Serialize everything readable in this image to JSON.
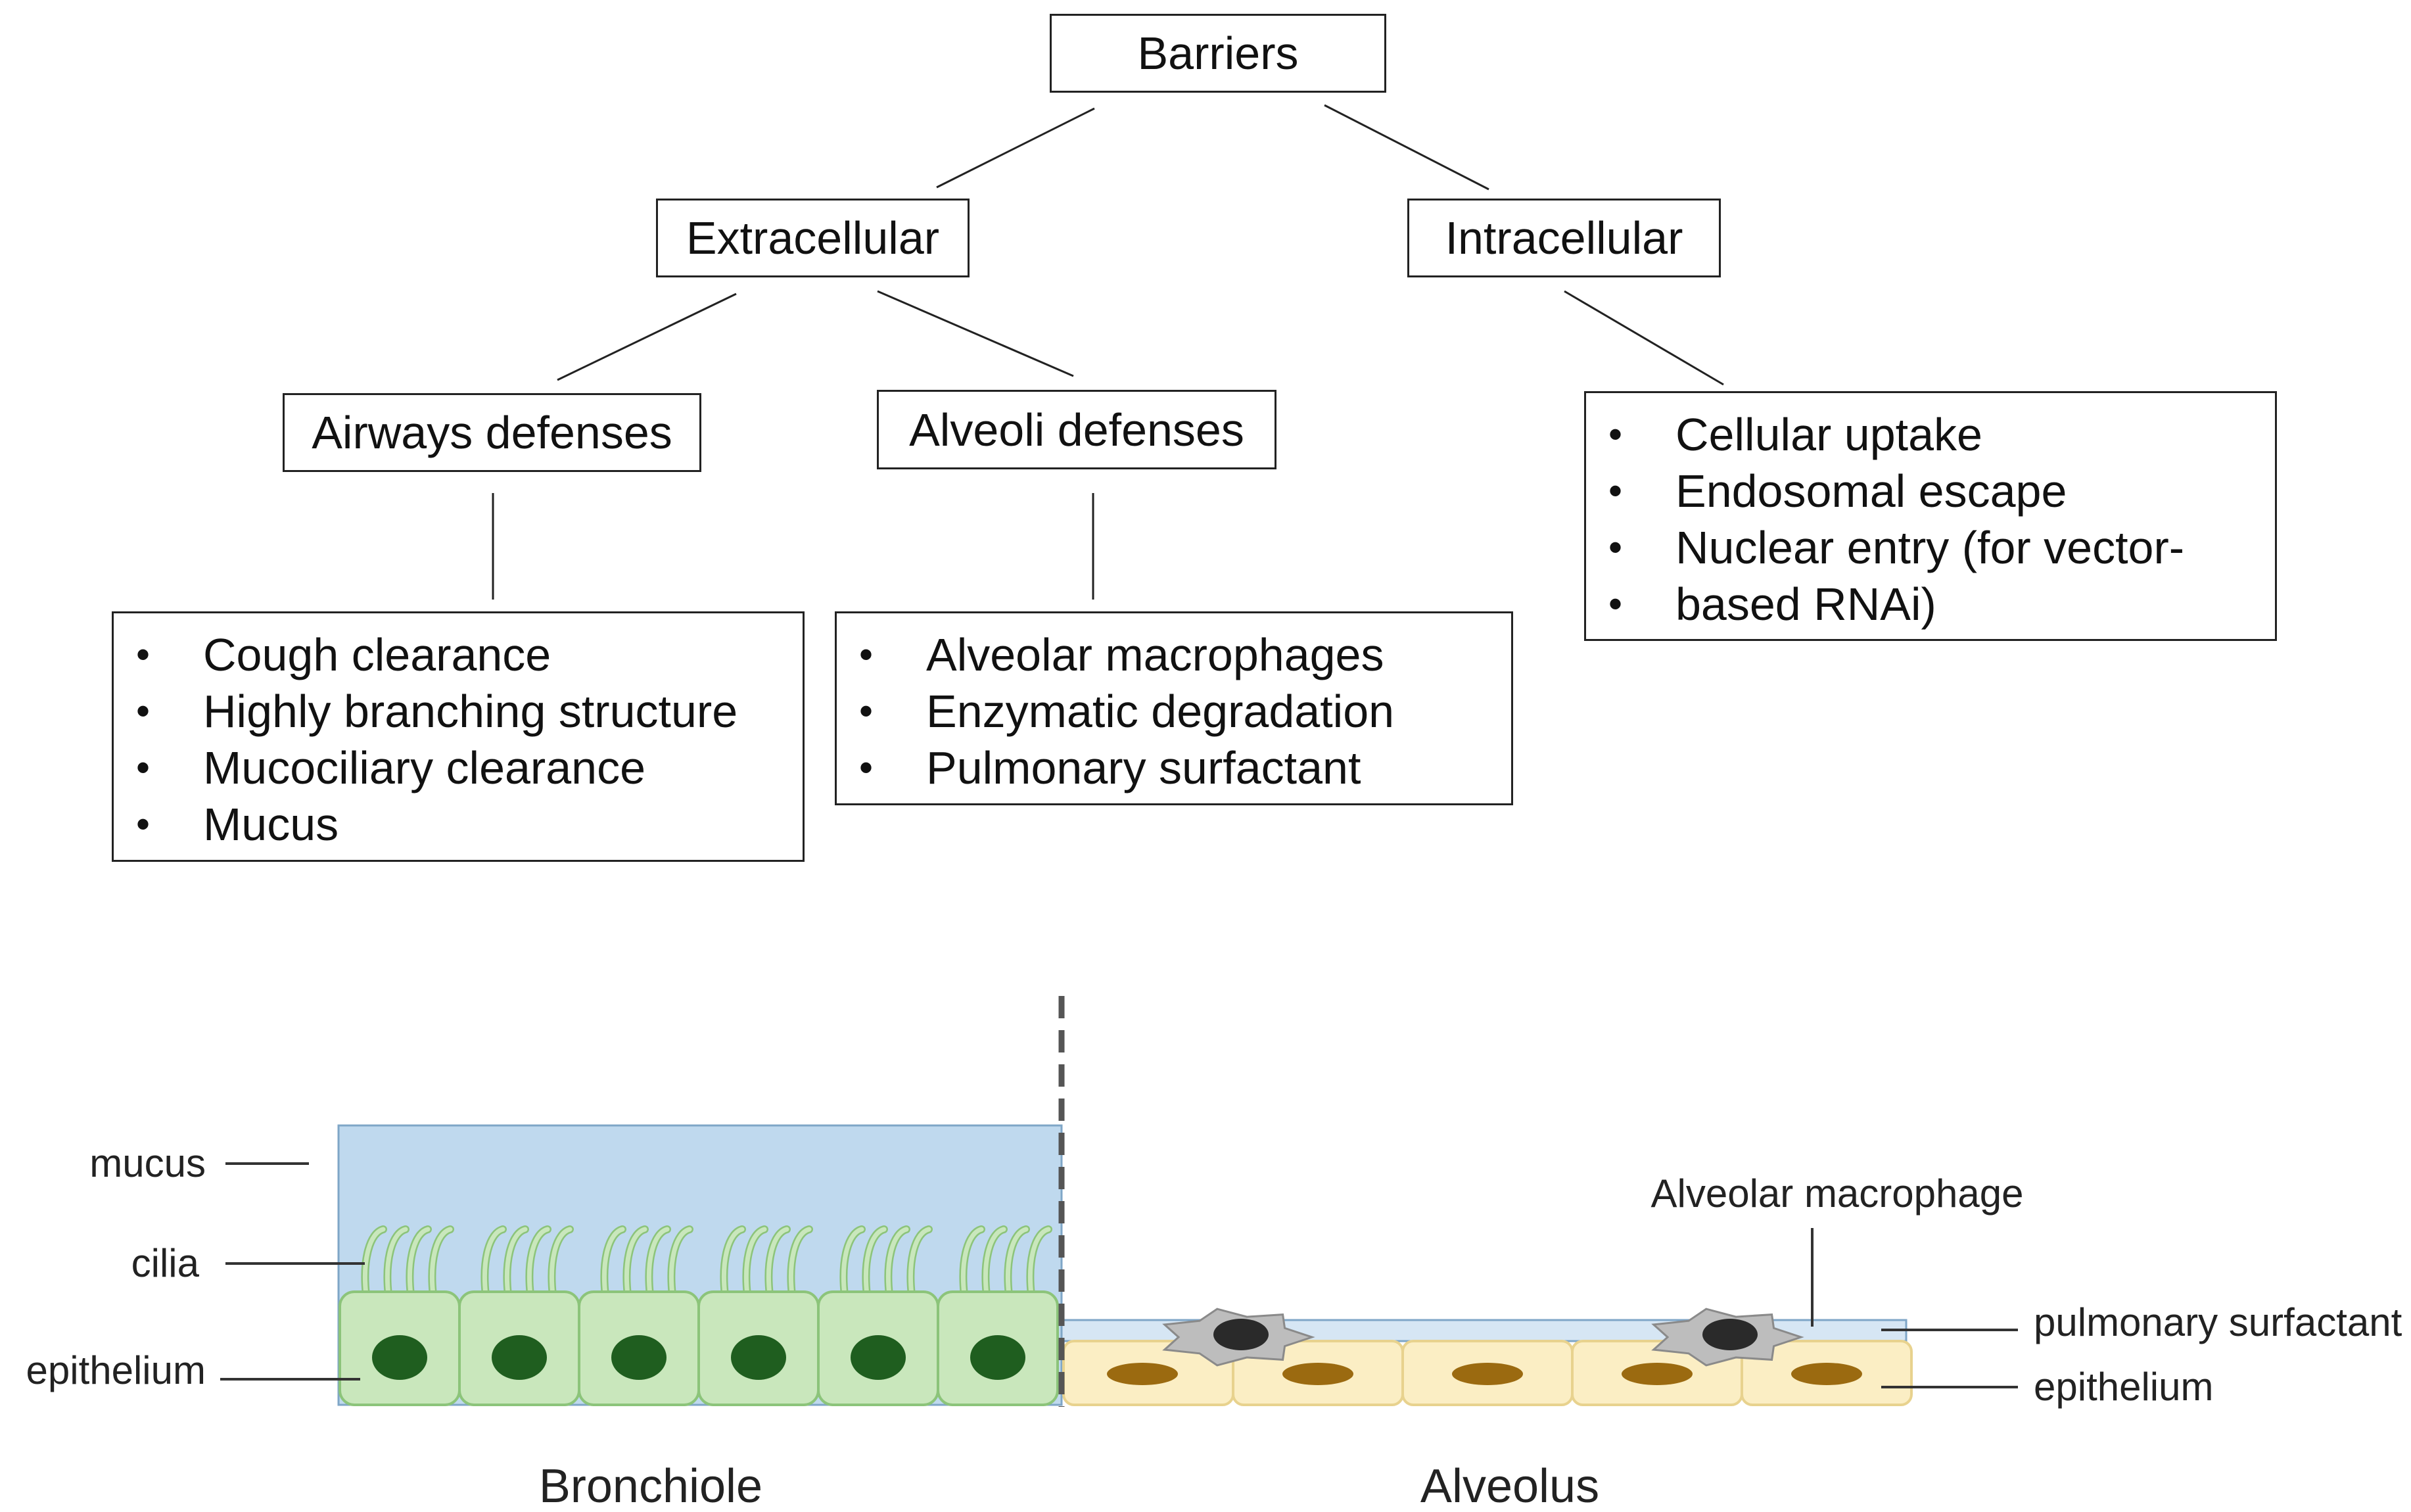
{
  "tree": {
    "root": "Barriers",
    "extracellular": "Extracellular",
    "intracellular": "Intracellular",
    "airways": {
      "title": "Airways defenses",
      "items": [
        "Cough clearance",
        "Highly branching structure",
        "Mucociliary clearance",
        "Mucus"
      ]
    },
    "alveoli": {
      "title": "Alveoli defenses",
      "items": [
        "Alveolar macrophages",
        "Enzymatic degradation",
        "Pulmonary surfactant"
      ]
    },
    "intracellular_items": [
      "Cellular uptake",
      "Endosomal escape",
      "Nuclear entry (for vector-",
      "based RNAi)"
    ]
  },
  "illustration": {
    "bronchiole_labels": {
      "mucus": "mucus",
      "cilia": "cilia",
      "epithelium": "epithelium"
    },
    "alveolus_labels": {
      "macrophage": "Alveolar macrophage",
      "surfactant": "pulmonary surfactant",
      "epithelium": "epithelium"
    },
    "captions": {
      "bronchiole": "Bronchiole",
      "alveolus": "Alveolus"
    },
    "colors": {
      "mucus": "#bfd9ee",
      "bronchiole_cell": "#c9e7bc",
      "bronchiole_nucleus": "#1f5e1f",
      "alveolar_cell": "#fbeec4",
      "alveolar_nucleus": "#9b6a10",
      "macrophage": "#bdbdbd",
      "macrophage_nucleus": "#2a2a2a",
      "surfactant": "#d6e6f4"
    }
  }
}
